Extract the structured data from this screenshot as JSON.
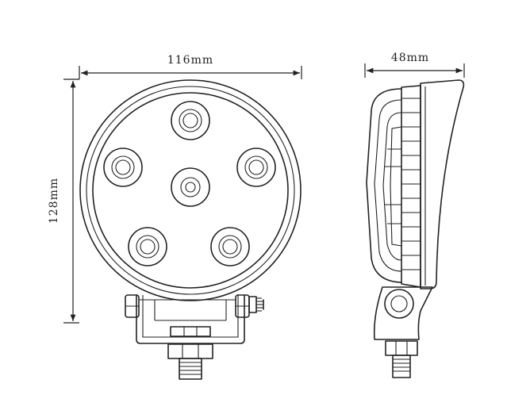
{
  "dimensions": {
    "front_width_label": "116mm",
    "front_height_label": "128mm",
    "side_depth_label": "48mm"
  },
  "colors": {
    "line": "#222222",
    "background": "#ffffff"
  }
}
